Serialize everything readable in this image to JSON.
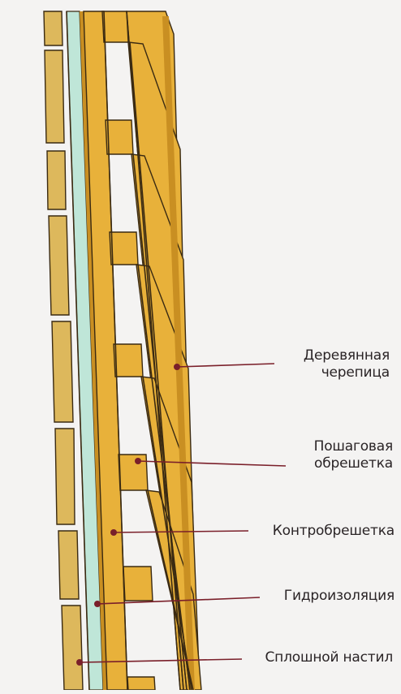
{
  "diagram": {
    "labels": [
      {
        "id": "wooden-shingles",
        "lines": [
          "Деревянная",
          "черепица"
        ]
      },
      {
        "id": "step-battens",
        "lines": [
          "Пошаговая",
          "обрешетка"
        ]
      },
      {
        "id": "counter-battens",
        "lines": [
          "Контробрешетка"
        ]
      },
      {
        "id": "waterproofing",
        "lines": [
          "Гидроизоляция"
        ]
      },
      {
        "id": "solid-deck",
        "lines": [
          "Сплошной настил"
        ]
      }
    ],
    "colors": {
      "wood": "#e8b13a",
      "wood_dark": "#c98f22",
      "plank": "#ddb85c",
      "membrane": "#bfe6d8",
      "outline": "#3a2a12",
      "leader": "#7a1f2a",
      "background": "#f4f3f2"
    }
  }
}
